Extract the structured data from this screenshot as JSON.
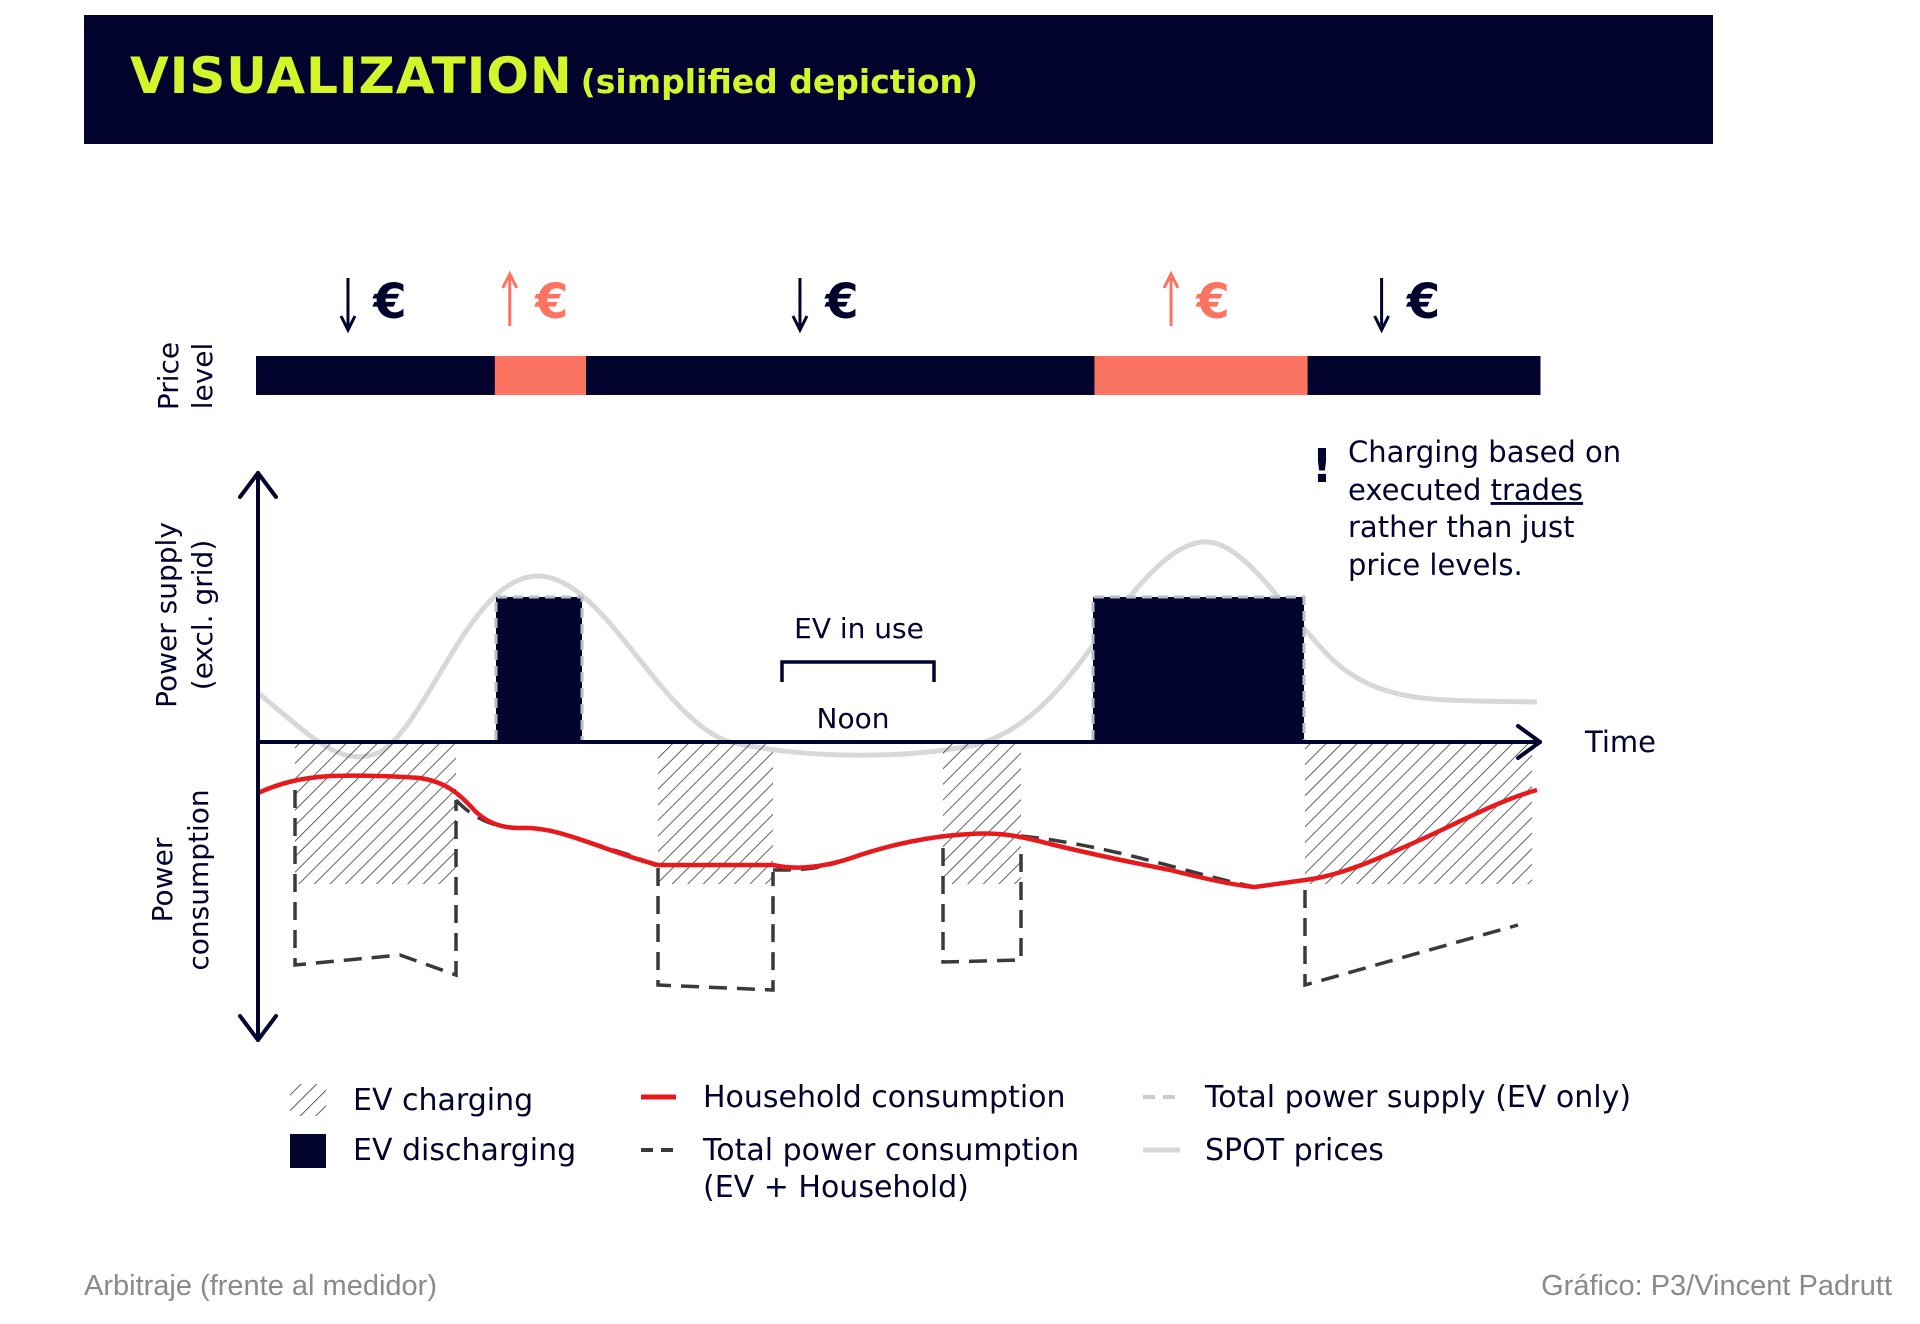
{
  "banner": {
    "title": "VISUALIZATION",
    "subtitle": "(simplified depiction)"
  },
  "price_bar": {
    "axis_label_line1": "Price",
    "axis_label_line2": "level",
    "currency": "€",
    "segments": [
      {
        "level": "low",
        "from": 0.0,
        "to": 0.186
      },
      {
        "level": "high",
        "from": 0.186,
        "to": 0.257
      },
      {
        "level": "low",
        "from": 0.257,
        "to": 0.653
      },
      {
        "level": "high",
        "from": 0.653,
        "to": 0.819
      },
      {
        "level": "low",
        "from": 0.819,
        "to": 1.0
      }
    ],
    "markers": [
      {
        "direction": "down",
        "level": "low",
        "at": 0.095
      },
      {
        "direction": "up",
        "level": "high",
        "at": 0.221
      },
      {
        "direction": "down",
        "level": "low",
        "at": 0.447
      },
      {
        "direction": "up",
        "level": "high",
        "at": 0.736
      },
      {
        "direction": "down",
        "level": "low",
        "at": 0.9
      }
    ]
  },
  "axes": {
    "upper_label_line1": "Power supply",
    "upper_label_line2": "(excl. grid)",
    "lower_label_line1": "Power",
    "lower_label_line2": "consumption",
    "time_label": "Time"
  },
  "annotations": {
    "ev_in_use": "EV in use",
    "noon": "Noon",
    "note_mark": "!",
    "note_line1": "Charging based on",
    "note_line2_prefix": "executed ",
    "note_line2_link": "trades",
    "note_line3": "rather than just",
    "note_line4": "price levels."
  },
  "legend": {
    "ev_charging": "EV charging",
    "ev_discharging": "EV discharging",
    "household": "Household consumption",
    "total_consumption_line1": "Total power consumption",
    "total_consumption_line2": "(EV + Household)",
    "total_supply": "Total power supply (EV only)",
    "spot_prices": "SPOT prices"
  },
  "colors": {
    "navy": "#03042e",
    "lime": "#d5f52b",
    "salmon": "#fa7461",
    "red": "#e8191c",
    "spot_gray": "#d8d8d8",
    "dark_gray": "#3a3a3a",
    "caption_gray": "#8a8a8a"
  },
  "caption": {
    "left": "Arbitraje (frente al medidor)",
    "right": "Gráfico: P3/Vincent Padrutt"
  }
}
